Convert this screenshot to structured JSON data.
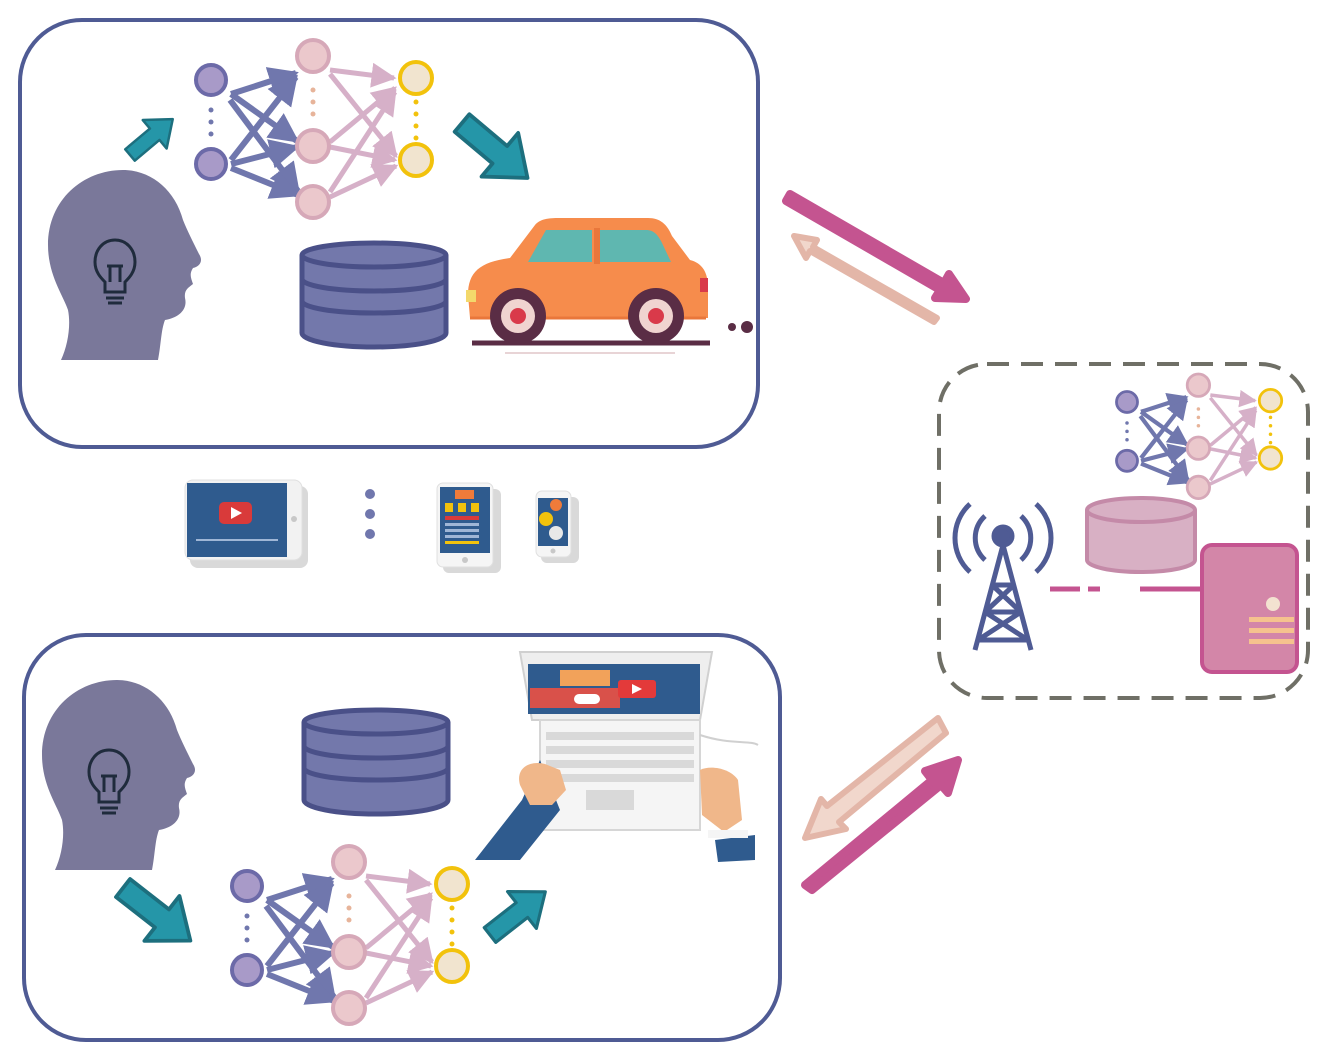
{
  "diagram": {
    "type": "federated-learning-illustration",
    "clients": [
      {
        "id": "client-vehicle",
        "contents": [
          "head-lightbulb-icon",
          "neural-network",
          "database-icon",
          "car-icon"
        ]
      },
      {
        "id": "client-laptop",
        "contents": [
          "head-lightbulb-icon",
          "database-icon",
          "laptop-icon",
          "neural-network"
        ]
      }
    ],
    "devices_row": [
      "tablet-video-icon",
      "vertical-ellipsis",
      "tablet-document-icon",
      "phone-chat-icon"
    ],
    "server": {
      "contents": [
        "neural-network",
        "database-icon",
        "cell-tower-icon",
        "server-box-icon"
      ]
    },
    "arrows": [
      "upload-arrow",
      "download-arrow"
    ]
  },
  "colors": {
    "box_border": "#4f5b94",
    "server_border": "#6f6f66",
    "head": "#7a789a",
    "teal_arrow": "#2596a8",
    "teal_arrow_dark": "#1d6f7e",
    "node_input": "#a89ac8",
    "node_input_stroke": "#6c6aa8",
    "node_hidden": "#ebc8cc",
    "node_hidden_stroke": "#d6a8b8",
    "node_output": "#f1e4cf",
    "node_output_stroke": "#f2c20c",
    "edge_input": "#7077ad",
    "edge_hidden": "#d6b0c8",
    "database": "#7378ab",
    "database_stroke": "#4a5088",
    "magenta_arrow": "#c45490",
    "pale_arrow": "#f1d7cc",
    "pale_arrow_stroke": "#e3b6a8",
    "car_body": "#f68c4c",
    "server_box": "#d386a8",
    "server_db": "#d8b0c4"
  }
}
